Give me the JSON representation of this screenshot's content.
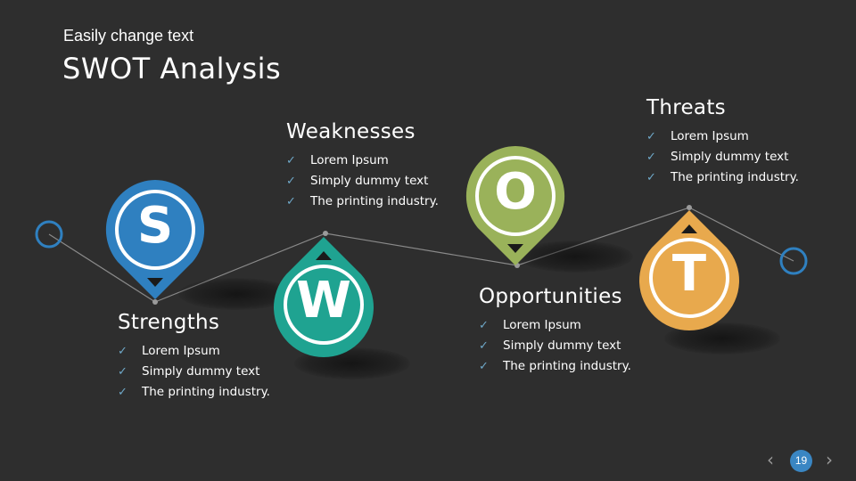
{
  "header": {
    "subtitle": "Easily change text",
    "title": "SWOT Analysis"
  },
  "swot": [
    {
      "key": "strengths",
      "letter": "S",
      "heading": "Strengths",
      "color": "#2f80c0",
      "items": [
        "Lorem Ipsum",
        "Simply dummy text",
        "The printing industry."
      ]
    },
    {
      "key": "weaknesses",
      "letter": "W",
      "heading": "Weaknesses",
      "color": "#1fa391",
      "items": [
        "Lorem Ipsum",
        "Simply dummy text",
        "The printing industry."
      ]
    },
    {
      "key": "opportunities",
      "letter": "O",
      "heading": "Opportunities",
      "color": "#9ab25a",
      "items": [
        "Lorem Ipsum",
        "Simply dummy text",
        "The printing industry."
      ]
    },
    {
      "key": "threats",
      "letter": "T",
      "heading": "Threats",
      "color": "#e8a94d",
      "items": [
        "Lorem Ipsum",
        "Simply dummy text",
        "The printing industry."
      ]
    }
  ],
  "icons": {
    "check": "✓",
    "prev": "‹",
    "next": "›"
  },
  "footer": {
    "page_number": "19"
  },
  "colors": {
    "background": "#2e2e2e",
    "line": "#8a8a8a",
    "end_circle": "#2f80c0",
    "check": "#6fa8c8"
  }
}
